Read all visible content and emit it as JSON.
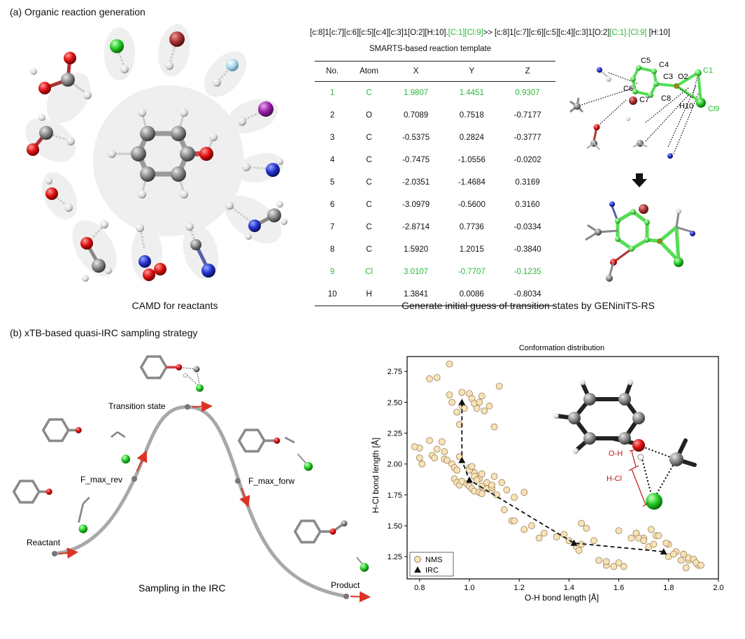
{
  "panel_a": {
    "title": "(a) Organic reaction generation",
    "left_caption": "CAMD for reactants",
    "right_caption": "Generate initial guess of transition states by GENiniTS-RS",
    "smarts": {
      "part1": "[c:8]1[c:7][c:6][c:5][c:4][c:3]1[O:2][H:10].",
      "part2": "[C:1][Cl:9]",
      "part3": ">> [c:8]1[c:7][c:6][c:5][c:4][c:3]1[O:2]",
      "part4": "[C:1].[Cl:9]",
      "part5": " [H:10]"
    },
    "template_title": "SMARTS-based reaction template",
    "table": {
      "headers": [
        "No.",
        "Atom",
        "X",
        "Y",
        "Z"
      ],
      "rows": [
        {
          "no": "1",
          "atom": "C",
          "x": "1.9807",
          "y": "1.4451",
          "z": "0.9307",
          "highlight": true
        },
        {
          "no": "2",
          "atom": "O",
          "x": "0.7089",
          "y": "0.7518",
          "z": "-0.7177",
          "highlight": false
        },
        {
          "no": "3",
          "atom": "C",
          "x": "-0.5375",
          "y": "0.2824",
          "z": "-0.3777",
          "highlight": false
        },
        {
          "no": "4",
          "atom": "C",
          "x": "-0.7475",
          "y": "-1.0556",
          "z": "-0.0202",
          "highlight": false
        },
        {
          "no": "5",
          "atom": "C",
          "x": "-2.0351",
          "y": "-1.4684",
          "z": "0.3169",
          "highlight": false
        },
        {
          "no": "6",
          "atom": "C",
          "x": "-3.0979",
          "y": "-0.5600",
          "z": "0.3160",
          "highlight": false
        },
        {
          "no": "7",
          "atom": "C",
          "x": "-2.8714",
          "y": "0.7736",
          "z": "-0.0334",
          "highlight": false
        },
        {
          "no": "8",
          "atom": "C",
          "x": "1.5920",
          "y": "1.2015",
          "z": "-0.3840",
          "highlight": false
        },
        {
          "no": "9",
          "atom": "Cl",
          "x": "3.0107",
          "y": "-0.7707",
          "z": "-0.1235",
          "highlight": true
        },
        {
          "no": "10",
          "atom": "H",
          "x": "1.3841",
          "y": "0.0086",
          "z": "-0.8034",
          "highlight": false
        }
      ]
    },
    "atom_labels": {
      "c1": "C1",
      "o2": "O2",
      "c3": "C3",
      "c4": "C4",
      "c5": "C5",
      "c6": "C6",
      "c7": "C7",
      "c8": "C8",
      "cl9": "Cl9",
      "h10": "H10"
    },
    "colors": {
      "highlight": "#2db83a",
      "carbon": "#888888",
      "oxygen": "#dd1111",
      "nitrogen": "#2233cc",
      "chlorine": "#22cc22",
      "fluorine": "#aaddee",
      "iodine": "#9922aa",
      "bromine": "#aa3333"
    }
  },
  "panel_b": {
    "title": "(b) xTB-based quasi-IRC sampling strategy",
    "labels": {
      "transition_state": "Transition state",
      "f_max_rev": "F_max_rev",
      "f_max_forw": "F_max_forw",
      "reactant": "Reactant",
      "product": "Product",
      "sampling": "Sampling in the IRC"
    }
  },
  "chart_data": {
    "type": "scatter",
    "title": "Conformation distribution",
    "xlabel": "O-H bond length [Å]",
    "ylabel": "H-Cl bond length [Å]",
    "xlim": [
      0.75,
      2.0
    ],
    "ylim": [
      1.07,
      2.87
    ],
    "xticks": [
      "0.8",
      "1.0",
      "1.2",
      "1.4",
      "1.6",
      "1.8",
      "2.0"
    ],
    "yticks": [
      "1.25",
      "1.50",
      "1.75",
      "2.00",
      "2.25",
      "2.50",
      "2.75"
    ],
    "legend": {
      "position": "bottom-left"
    },
    "inset_labels": {
      "oh": "O-H",
      "hcl": "H-Cl"
    },
    "series": [
      {
        "name": "NMS",
        "marker": "circle",
        "color": "#f8e2b8",
        "x": [
          0.92,
          0.84,
          0.87,
          0.8,
          0.8,
          0.78,
          0.81,
          0.84,
          0.85,
          0.86,
          0.87,
          0.89,
          0.9,
          0.9,
          0.91,
          0.93,
          0.94,
          0.95,
          0.96,
          0.92,
          0.93,
          0.95,
          0.97,
          0.97,
          0.96,
          0.98,
          1.0,
          1.01,
          1.02,
          1.03,
          1.04,
          1.05,
          1.06,
          1.08,
          1.1,
          1.12,
          1.0,
          1.02,
          1.03,
          1.04,
          1.05,
          1.07,
          1.09,
          1.11,
          0.94,
          0.95,
          0.96,
          0.97,
          0.99,
          1.0,
          1.01,
          1.02,
          1.04,
          1.05,
          1.07,
          1.09,
          1.1,
          1.13,
          1.15,
          1.17,
          1.18,
          1.0,
          1.01,
          1.02,
          1.03,
          1.05,
          1.07,
          1.09,
          1.14,
          1.18,
          1.22,
          1.28,
          1.38,
          1.45,
          1.47,
          1.52,
          1.55,
          1.6,
          1.67,
          1.7,
          1.73,
          1.75,
          1.8,
          1.83,
          1.88,
          1.92,
          1.22,
          1.25,
          1.3,
          1.35,
          1.4,
          1.43,
          1.44,
          1.45,
          1.5,
          1.55,
          1.58,
          1.6,
          1.62,
          1.65,
          1.67,
          1.68,
          1.7,
          1.72,
          1.74,
          1.76,
          1.79,
          1.8,
          1.82,
          1.85,
          1.86,
          1.87,
          1.88,
          1.9,
          1.91,
          1.93
        ],
        "y": [
          2.81,
          2.69,
          2.7,
          2.13,
          2.05,
          2.14,
          2.0,
          2.19,
          2.07,
          2.05,
          2.12,
          2.18,
          2.1,
          2.04,
          2.03,
          2.0,
          1.97,
          1.95,
          2.06,
          2.56,
          2.5,
          2.42,
          2.58,
          2.47,
          2.32,
          2.45,
          2.57,
          2.53,
          2.49,
          2.45,
          2.5,
          2.55,
          2.43,
          2.47,
          2.3,
          2.63,
          1.97,
          1.93,
          1.9,
          1.88,
          1.82,
          1.8,
          1.79,
          1.75,
          1.88,
          1.85,
          1.83,
          1.86,
          1.84,
          1.82,
          1.8,
          1.78,
          1.77,
          1.76,
          1.8,
          1.81,
          1.9,
          1.85,
          1.79,
          1.54,
          1.73,
          1.95,
          1.98,
          1.9,
          1.87,
          1.92,
          1.85,
          1.83,
          1.63,
          1.54,
          1.47,
          1.4,
          1.43,
          1.52,
          1.48,
          1.22,
          1.18,
          1.2,
          1.44,
          1.4,
          1.47,
          1.42,
          1.35,
          1.29,
          1.22,
          1.18,
          1.77,
          1.5,
          1.44,
          1.41,
          1.38,
          1.33,
          1.3,
          1.35,
          1.38,
          1.21,
          1.17,
          1.46,
          1.17,
          1.4,
          1.44,
          1.4,
          1.38,
          1.33,
          1.35,
          1.42,
          1.36,
          1.25,
          1.27,
          1.22,
          1.27,
          1.16,
          1.24,
          1.23,
          1.2,
          1.18
        ]
      },
      {
        "name": "IRC",
        "marker": "triangle",
        "color": "#111111",
        "x": [
          0.97,
          0.97,
          1.0,
          1.42,
          1.78
        ],
        "y": [
          2.5,
          2.03,
          1.87,
          1.36,
          1.29
        ]
      }
    ]
  }
}
